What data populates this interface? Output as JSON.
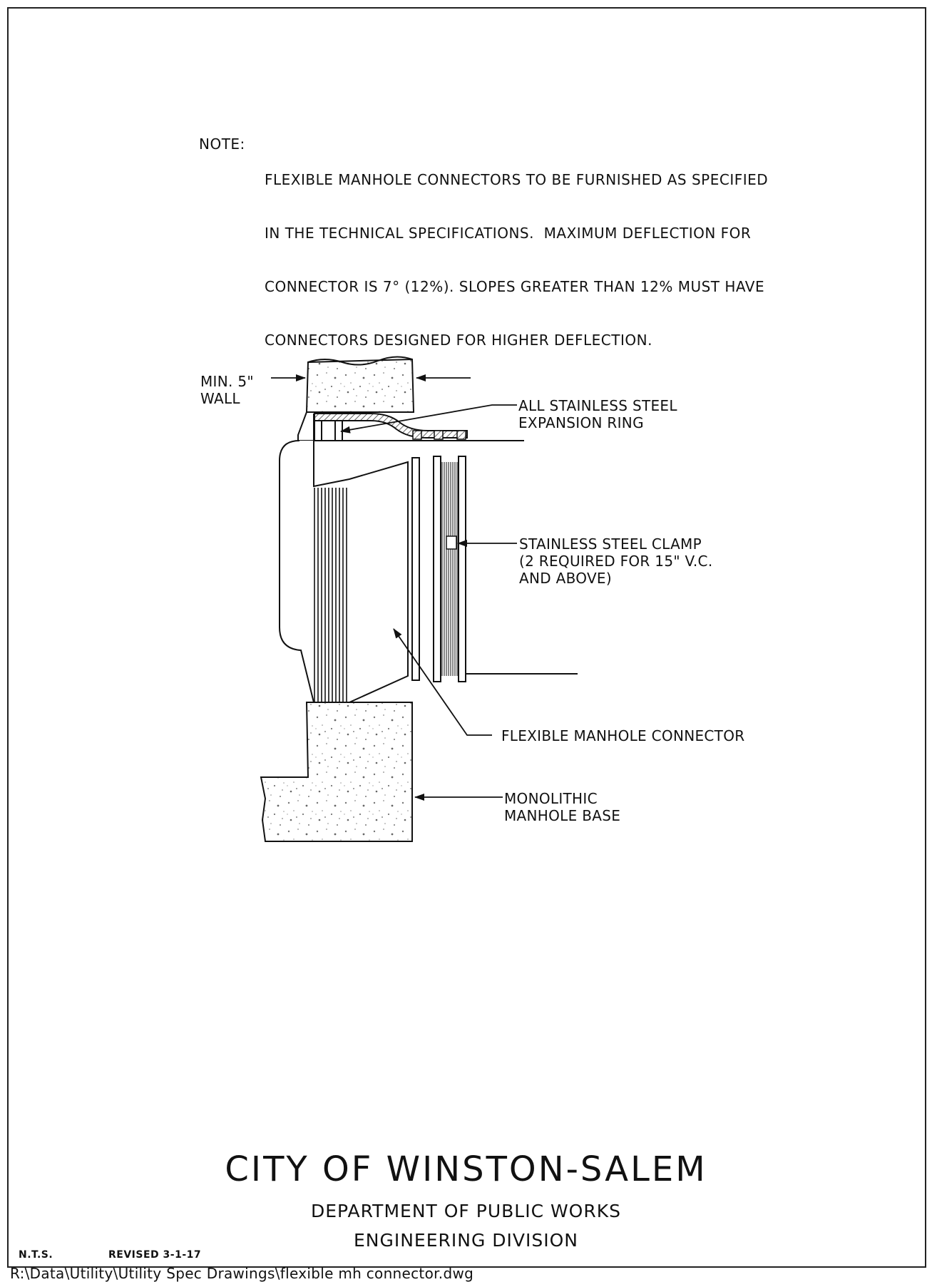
{
  "note": {
    "label": "NOTE:",
    "lines": [
      "FLEXIBLE MANHOLE CONNECTORS TO BE FURNISHED AS SPECIFIED",
      "IN THE TECHNICAL SPECIFICATIONS.  MAXIMUM DEFLECTION FOR",
      "CONNECTOR IS 7° (12%). SLOPES GREATER THAN 12% MUST HAVE",
      "CONNECTORS DESIGNED FOR HIGHER DEFLECTION."
    ]
  },
  "callouts": {
    "wall": "MIN. 5\"\nWALL",
    "ring": "ALL STAINLESS STEEL\nEXPANSION RING",
    "clamp": "STAINLESS STEEL CLAMP\n(2 REQUIRED FOR 15\" V.C.\nAND ABOVE)",
    "connector": "FLEXIBLE MANHOLE CONNECTOR",
    "base": "MONOLITHIC\nMANHOLE BASE"
  },
  "title_block": {
    "city": "CITY OF WINSTON-SALEM",
    "department": "DEPARTMENT OF PUBLIC WORKS",
    "division": "ENGINEERING DIVISION",
    "scale": "N.T.S.",
    "revised": "REVISED 3-1-17",
    "file_path": "R:\\Data\\Utility\\Utility Spec Drawings\\flexible mh connector.dwg"
  }
}
